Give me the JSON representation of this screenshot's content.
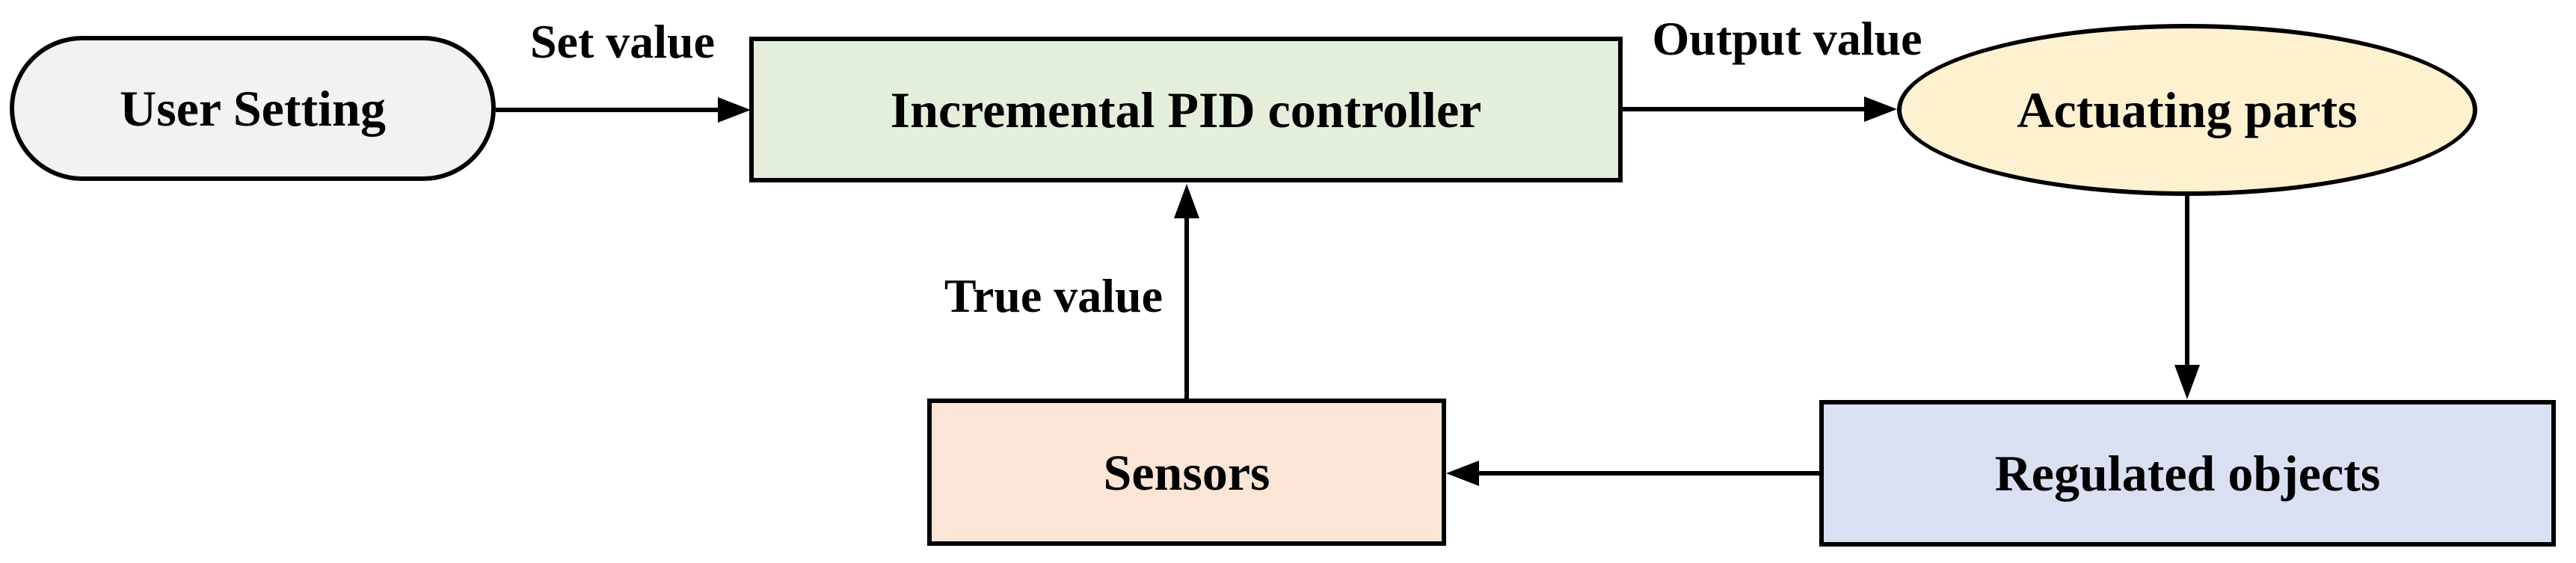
{
  "diagram": {
    "type": "flowchart",
    "background": "#ffffff",
    "stroke_color": "#000000",
    "text_color": "#000000",
    "nodes": {
      "user_setting": {
        "label": "User Setting",
        "shape": "stadium",
        "fill": "#f2f2f2"
      },
      "pid": {
        "label": "Incremental PID controller",
        "shape": "rectangle",
        "fill": "#e3efda"
      },
      "actuating": {
        "label": "Actuating parts",
        "shape": "ellipse",
        "fill": "#fdf1d0"
      },
      "sensors": {
        "label": "Sensors",
        "shape": "rectangle",
        "fill": "#fbe5d6"
      },
      "regulated": {
        "label": "Regulated objects",
        "shape": "rectangle",
        "fill": "#d9e0f2"
      }
    },
    "edges": [
      {
        "from": "user_setting",
        "to": "pid",
        "label": "Set value",
        "direction": "right"
      },
      {
        "from": "pid",
        "to": "actuating",
        "label": "Output value",
        "direction": "right"
      },
      {
        "from": "actuating",
        "to": "regulated",
        "label": "",
        "direction": "down"
      },
      {
        "from": "regulated",
        "to": "sensors",
        "label": "",
        "direction": "left"
      },
      {
        "from": "sensors",
        "to": "pid",
        "label": "True value",
        "direction": "up"
      }
    ]
  }
}
